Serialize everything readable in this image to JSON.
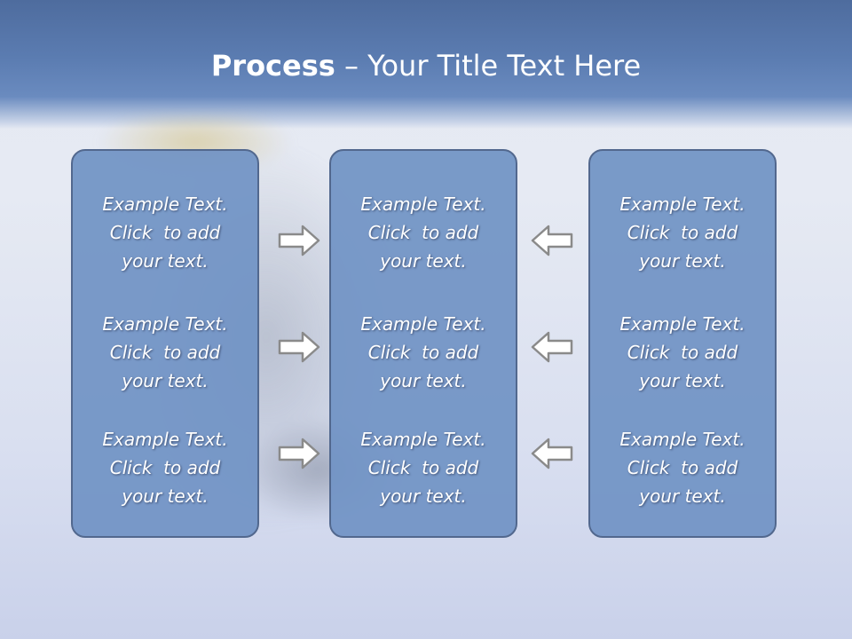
{
  "title": {
    "bold": "Process",
    "rest": " – Your Title Text Here"
  },
  "columns": [
    {
      "items": [
        {
          "line1": "Example Text.",
          "line2": "Click  to add",
          "line3": "your text."
        },
        {
          "line1": "Example Text.",
          "line2": "Click  to add",
          "line3": "your text."
        },
        {
          "line1": "Example Text.",
          "line2": "Click  to add",
          "line3": "your text."
        }
      ]
    },
    {
      "items": [
        {
          "line1": "Example Text.",
          "line2": "Click  to add",
          "line3": "your text."
        },
        {
          "line1": "Example Text.",
          "line2": "Click  to add",
          "line3": "your text."
        },
        {
          "line1": "Example Text.",
          "line2": "Click  to add",
          "line3": "your text."
        }
      ]
    },
    {
      "items": [
        {
          "line1": "Example Text.",
          "line2": "Click  to add",
          "line3": "your text."
        },
        {
          "line1": "Example Text.",
          "line2": "Click  to add",
          "line3": "your text."
        },
        {
          "line1": "Example Text.",
          "line2": "Click  to add",
          "line3": "your text."
        }
      ]
    }
  ],
  "arrows": {
    "left_group": "right-arrow-icon",
    "right_group": "left-arrow-icon"
  },
  "colors": {
    "box_fill": "#7092c4",
    "box_border": "#52688e",
    "header": "#5b7cb1",
    "arrow_fill": "#ffffff",
    "arrow_stroke": "#8a8a8a"
  }
}
